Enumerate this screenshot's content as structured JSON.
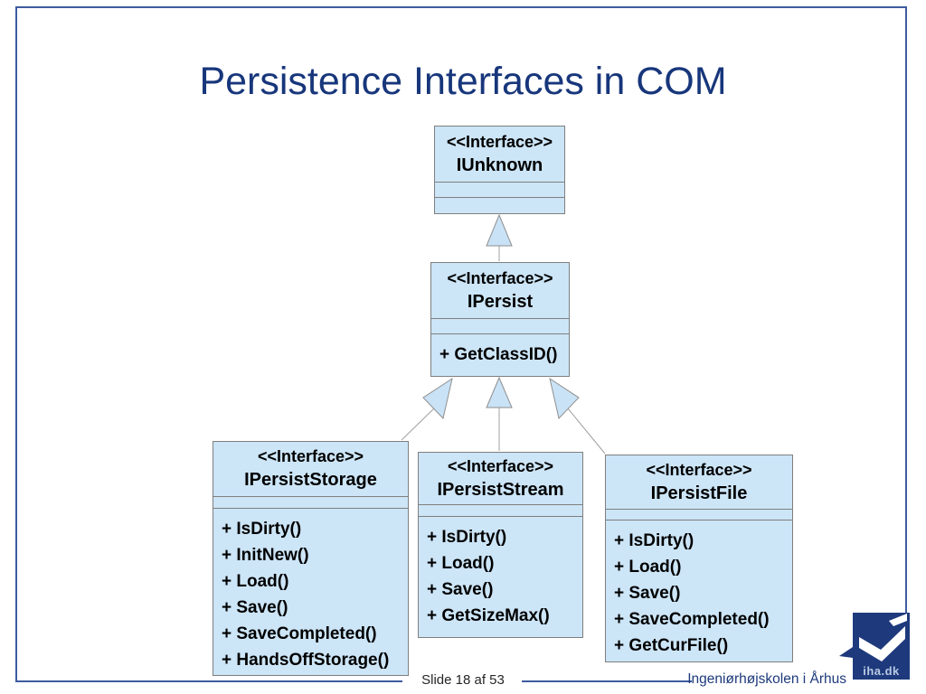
{
  "slide": {
    "title": "Persistence Interfaces in COM"
  },
  "interfaces": [
    {
      "stereotype": "<<Interface>>",
      "name": "IUnknown",
      "methods": []
    },
    {
      "stereotype": "<<Interface>>",
      "name": "IPersist",
      "methods": [
        "+ GetClassID()"
      ]
    },
    {
      "stereotype": "<<Interface>>",
      "name": "IPersistStorage",
      "methods": [
        "+ IsDirty()",
        "+ InitNew()",
        "+ Load()",
        "+ Save()",
        "+ SaveCompleted()",
        "+ HandsOffStorage()"
      ]
    },
    {
      "stereotype": "<<Interface>>",
      "name": "IPersistStream",
      "methods": [
        "+ IsDirty()",
        "+ Load()",
        "+ Save()",
        "+ GetSizeMax()"
      ]
    },
    {
      "stereotype": "<<Interface>>",
      "name": "IPersistFile",
      "methods": [
        "+ IsDirty()",
        "+ Load()",
        "+ Save()",
        "+ SaveCompleted()",
        "+ GetCurFile()"
      ]
    }
  ],
  "relationships": [
    {
      "type": "generalization",
      "from": "IPersist",
      "to": "IUnknown"
    },
    {
      "type": "generalization",
      "from": "IPersistStorage",
      "to": "IPersist"
    },
    {
      "type": "generalization",
      "from": "IPersistStream",
      "to": "IPersist"
    },
    {
      "type": "generalization",
      "from": "IPersistFile",
      "to": "IPersist"
    }
  ],
  "footer": {
    "slide_number": "Slide 18 af 53",
    "institution": "Ingeniørhøjskolen i Århus",
    "logo_text": "iha.dk"
  },
  "colors": {
    "title_navy": "#17367b",
    "frame_blue": "#3d5c9e",
    "box_fill": "#cce5f7",
    "box_border": "#7f7f7f",
    "arrow_fill": "#c9e2f6",
    "logo_navy": "#1e3a7c"
  }
}
